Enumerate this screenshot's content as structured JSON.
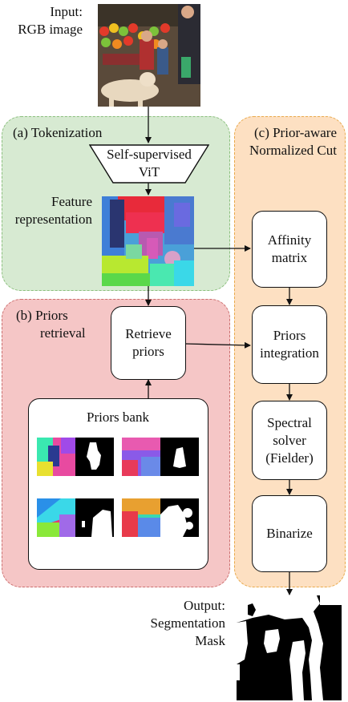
{
  "input": {
    "line1": "Input:",
    "line2": "RGB image"
  },
  "tokenization": {
    "title": "(a) Tokenization",
    "vit_line1": "Self-supervised",
    "vit_line2": "ViT",
    "feature_line1": "Feature",
    "feature_line2": "representation"
  },
  "priors_retrieval": {
    "title_line1": "(b) Priors",
    "title_line2": "retrieval",
    "retrieve_line1": "Retrieve",
    "retrieve_line2": "priors",
    "bank_title": "Priors bank"
  },
  "normalized_cut": {
    "title_line1": "(c) Prior-aware",
    "title_line2": "Normalized Cut",
    "affinity_line1": "Affinity",
    "affinity_line2": "matrix",
    "integration_line1": "Priors",
    "integration_line2": "integration",
    "solver_line1": "Spectral",
    "solver_line2": "solver",
    "solver_line3": "(Fielder)",
    "binarize": "Binarize"
  },
  "output": {
    "line1": "Output:",
    "line2": "Segmentation",
    "line3": "Mask"
  },
  "colors": {
    "green_fill": "#d7ead2",
    "green_border": "#8bbf7d",
    "red_fill": "#f5c6c6",
    "red_border": "#cc6f6f",
    "orange_fill": "#fde0c2",
    "orange_border": "#e8a94a"
  }
}
